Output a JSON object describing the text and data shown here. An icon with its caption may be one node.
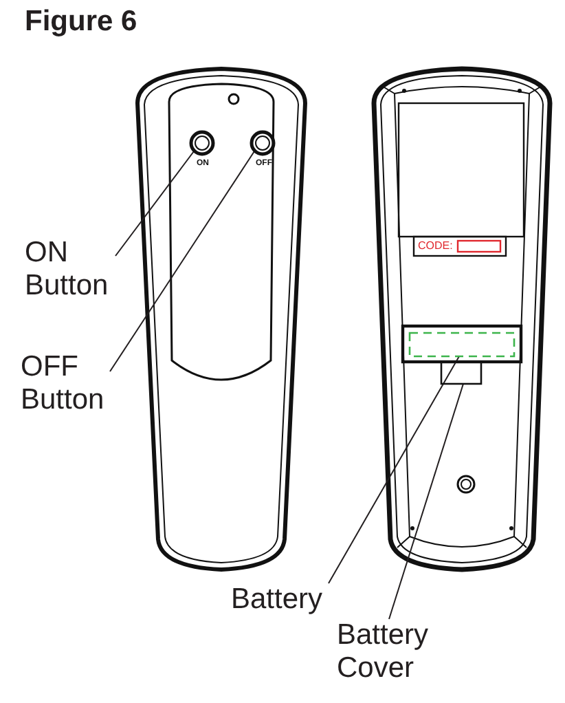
{
  "diagram": {
    "title": "Figure 6",
    "nodes": [
      {
        "text": [
          "ON Button"
        ]
      },
      {
        "text": [
          "OFF Button"
        ]
      },
      {
        "text": [
          "Battery"
        ]
      },
      {
        "text": [
          "Battery Cover"
        ]
      },
      {
        "text": [],
        "shape": "circle"
      },
      {
        "text": [],
        "shape": "circle"
      },
      {
        "text": [],
        "shape": "box"
      },
      {
        "text": [],
        "shape": "box"
      }
    ],
    "edges": [
      {
        "from": 0,
        "to": 4,
        "arrow": "none"
      },
      {
        "from": 1,
        "to": 5,
        "arrow": "none"
      },
      {
        "from": 2,
        "to": 6,
        "arrow": "none"
      },
      {
        "from": 3,
        "to": 7,
        "arrow": "none"
      }
    ],
    "labels": [
      "ON",
      "OFF",
      "CODE:"
    ]
  }
}
